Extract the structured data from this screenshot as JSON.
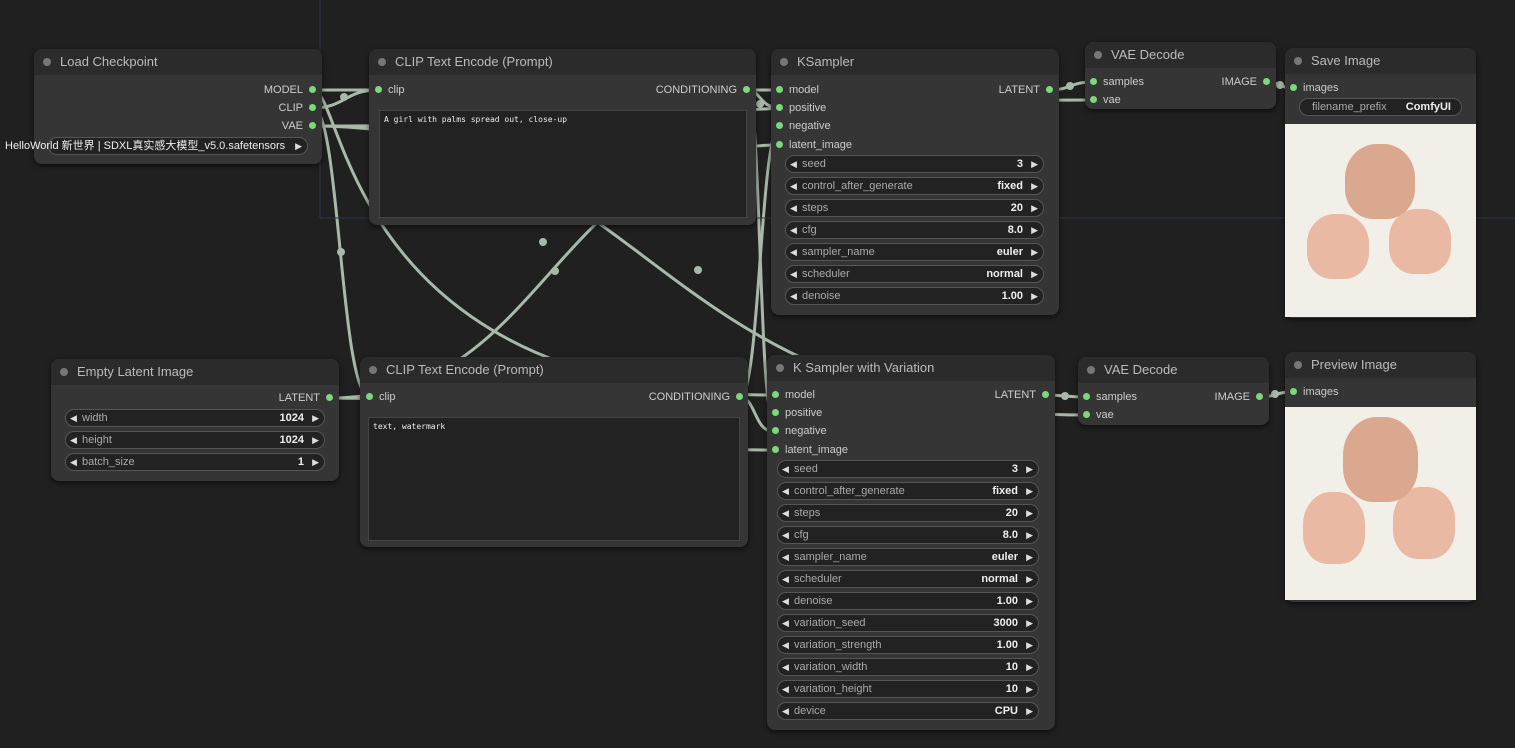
{
  "nodes": {
    "load_checkpoint": {
      "title": "Load Checkpoint",
      "outputs": [
        "MODEL",
        "CLIP",
        "VAE"
      ],
      "ckpt_name": "HelloWorld 新世界 | SDXL真实感大模型_v5.0.safetensors"
    },
    "clip_pos": {
      "title": "CLIP Text Encode (Prompt)",
      "input": "clip",
      "output": "CONDITIONING",
      "text": "A girl with palms spread out, close-up"
    },
    "clip_neg": {
      "title": "CLIP Text Encode (Prompt)",
      "input": "clip",
      "output": "CONDITIONING",
      "text": "text, watermark"
    },
    "ksampler": {
      "title": "KSampler",
      "inputs": [
        "model",
        "positive",
        "negative",
        "latent_image"
      ],
      "output": "LATENT",
      "widgets": [
        {
          "name": "seed",
          "value": "3"
        },
        {
          "name": "control_after_generate",
          "value": "fixed"
        },
        {
          "name": "steps",
          "value": "20"
        },
        {
          "name": "cfg",
          "value": "8.0"
        },
        {
          "name": "sampler_name",
          "value": "euler"
        },
        {
          "name": "scheduler",
          "value": "normal"
        },
        {
          "name": "denoise",
          "value": "1.00"
        }
      ]
    },
    "ksampler_var": {
      "title": "K Sampler with Variation",
      "inputs": [
        "model",
        "positive",
        "negative",
        "latent_image"
      ],
      "output": "LATENT",
      "widgets": [
        {
          "name": "seed",
          "value": "3"
        },
        {
          "name": "control_after_generate",
          "value": "fixed"
        },
        {
          "name": "steps",
          "value": "20"
        },
        {
          "name": "cfg",
          "value": "8.0"
        },
        {
          "name": "sampler_name",
          "value": "euler"
        },
        {
          "name": "scheduler",
          "value": "normal"
        },
        {
          "name": "denoise",
          "value": "1.00"
        },
        {
          "name": "variation_seed",
          "value": "3000"
        },
        {
          "name": "variation_strength",
          "value": "1.00"
        },
        {
          "name": "variation_width",
          "value": "10"
        },
        {
          "name": "variation_height",
          "value": "10"
        },
        {
          "name": "device",
          "value": "CPU"
        }
      ]
    },
    "empty_latent": {
      "title": "Empty Latent Image",
      "output": "LATENT",
      "widgets": [
        {
          "name": "width",
          "value": "1024"
        },
        {
          "name": "height",
          "value": "1024"
        },
        {
          "name": "batch_size",
          "value": "1"
        }
      ]
    },
    "vae_decode_1": {
      "title": "VAE Decode",
      "inputs": [
        "samples",
        "vae"
      ],
      "output": "IMAGE"
    },
    "vae_decode_2": {
      "title": "VAE Decode",
      "inputs": [
        "samples",
        "vae"
      ],
      "output": "IMAGE"
    },
    "save_image": {
      "title": "Save Image",
      "input": "images",
      "filename_prefix": {
        "name": "filename_prefix",
        "value": "ComfyUI"
      }
    },
    "preview_image": {
      "title": "Preview Image",
      "input": "images"
    }
  },
  "colors": {
    "canvas": "#202020",
    "node_body": "#353535",
    "node_title": "#2b2b2b",
    "slot": "#7dd87d",
    "wire": "#a8b8a8"
  }
}
